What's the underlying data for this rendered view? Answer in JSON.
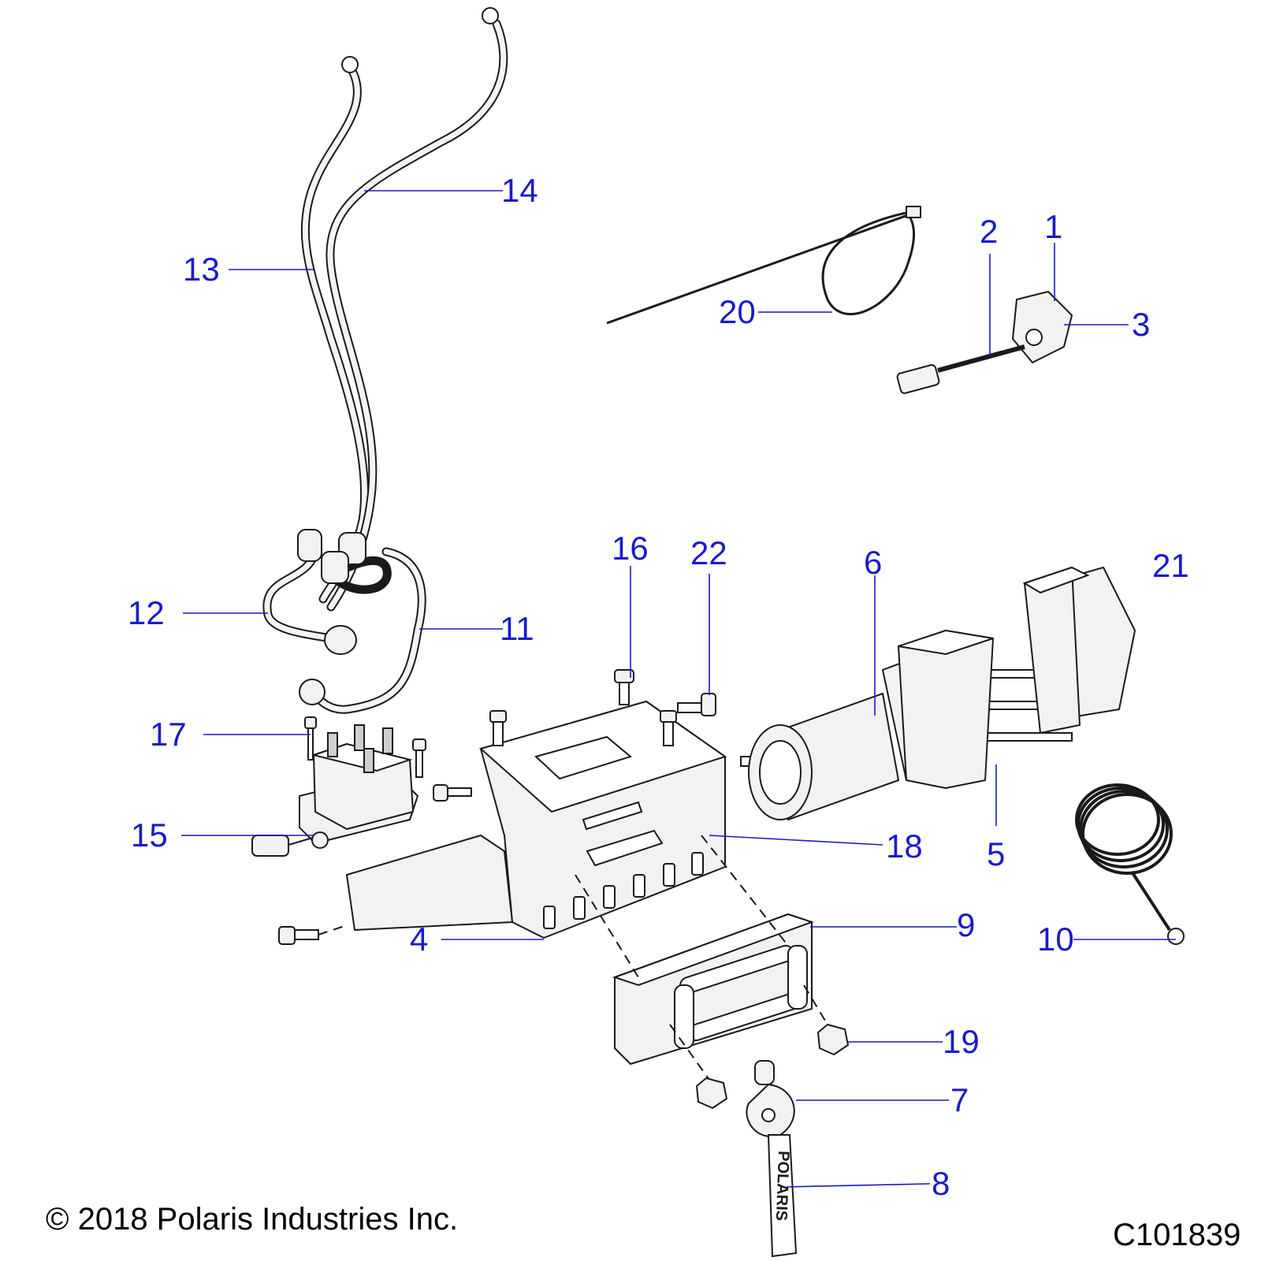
{
  "callouts": {
    "c1": "1",
    "c2": "2",
    "c3": "3",
    "c4": "4",
    "c5": "5",
    "c6": "6",
    "c7": "7",
    "c8": "8",
    "c9": "9",
    "c10": "10",
    "c11": "11",
    "c12": "12",
    "c13": "13",
    "c14": "14",
    "c15": "15",
    "c16": "16",
    "c17": "17",
    "c18": "18",
    "c19": "19",
    "c20": "20",
    "c21": "21",
    "c22": "22"
  },
  "strap_text": "POLARIS",
  "footer": {
    "copyright": "© 2018 Polaris Industries Inc.",
    "drawing_id": "C101839"
  },
  "colors": {
    "callout": "#1a1acc",
    "leader": "#1a1abf",
    "line_art": "#1a1a1a"
  }
}
